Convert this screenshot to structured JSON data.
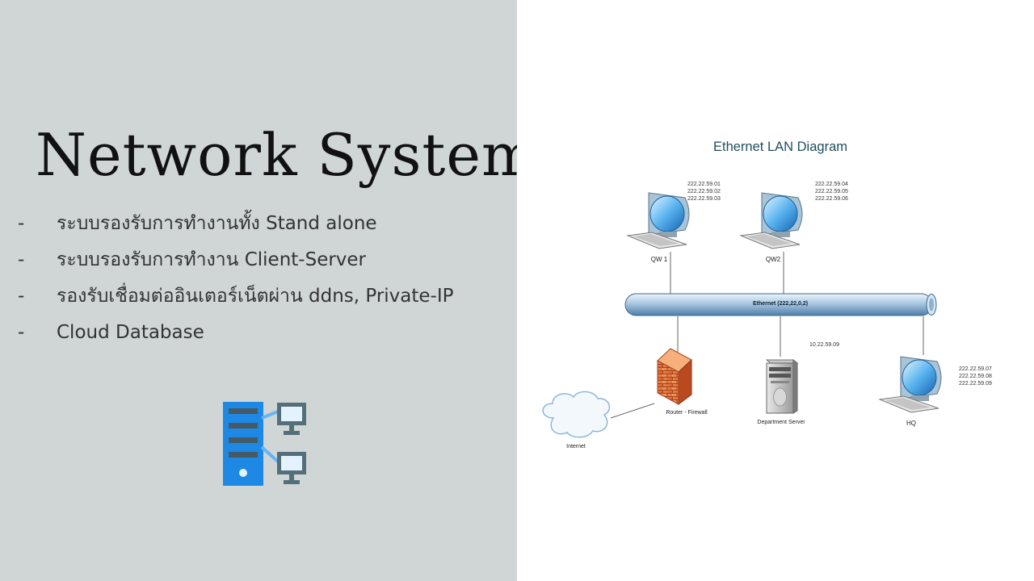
{
  "slide": {
    "title": "Network System",
    "bullets": [
      {
        "marker": "-",
        "text": "ระบบรองรับการทำงานทั้ง Stand alone"
      },
      {
        "marker": "-",
        "text": "ระบบรองรับการทำงาน Client-Server"
      },
      {
        "marker": "-",
        "text": "รองรับเชื่อมต่ออินเตอร์เน็ตผ่าน ddns, Private-IP"
      },
      {
        "marker": "-",
        "text": "Cloud Database"
      }
    ],
    "icon": "server-network-icon",
    "colors": {
      "left_background": "#cfd6d5",
      "icon_blue": "#1e88e5",
      "icon_gray": "#546e7a"
    }
  },
  "diagram": {
    "title": "Ethernet LAN Diagram",
    "backbone_label": "Ethernet (222,22,0,2)",
    "nodes": {
      "qw1": {
        "label": "QW 1",
        "ips": [
          "222.22.59.01",
          "222.22.59.02",
          "222.22.59.03"
        ]
      },
      "qw2": {
        "label": "QW2",
        "ips": [
          "222.22.59.04",
          "222.22.59.05",
          "222.22.59.06"
        ]
      },
      "hq": {
        "label": "HQ",
        "ips": [
          "222.22.59.07",
          "222.22.59.08",
          "222.22.59.09"
        ]
      },
      "router": {
        "label": "Router - Firewall"
      },
      "server": {
        "label": "Department Server",
        "ip": "10.22.59.09"
      },
      "internet": {
        "label": "Internet"
      }
    },
    "colors": {
      "title": "#1f4e5f",
      "backbone": "#9fbfdc"
    }
  }
}
